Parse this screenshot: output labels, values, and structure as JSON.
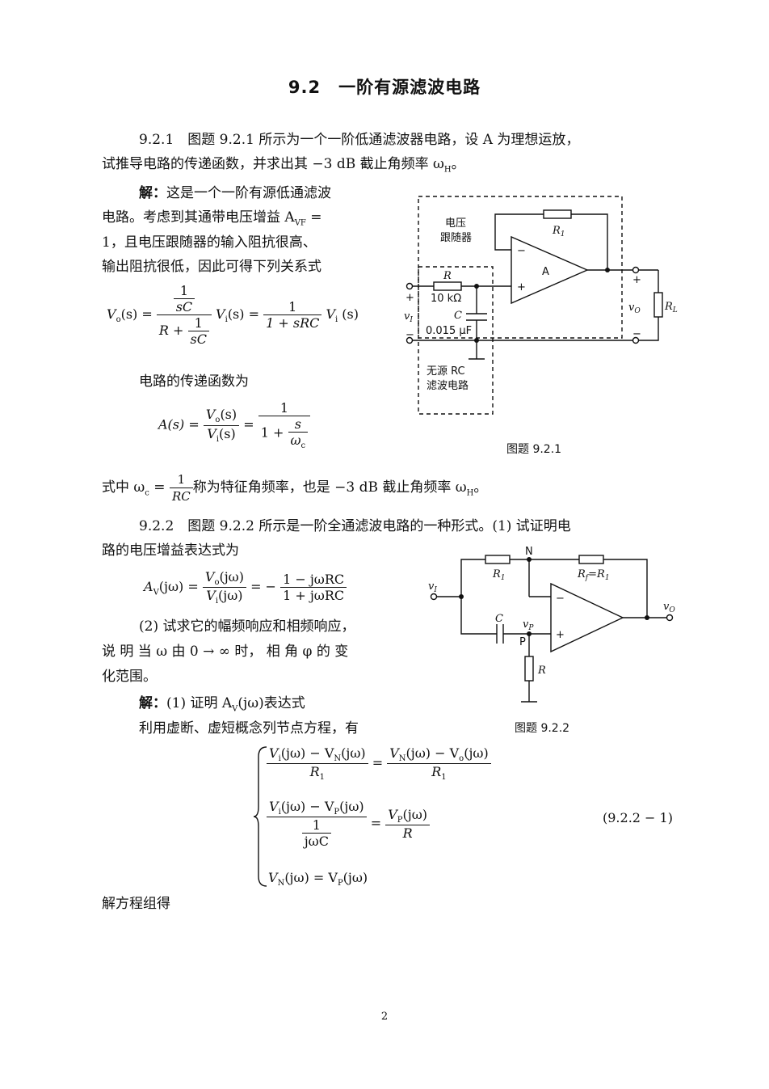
{
  "section_title": "9.2　一阶有源滤波电路",
  "p921": {
    "line1": "9.2.1　图题 9.2.1 所示为一个一阶低通滤波器电路，设 A 为理想运放，",
    "line2": "试推导电路的传递函数，并求出其 −3 dB 截止角频率 ω",
    "line2_sub": "H",
    "line2_end": "。",
    "sol_label": "解：",
    "sol_line1": "这是一个一阶有源低通滤波",
    "sol_line2": "电路。考虑到其通带电压增益 A",
    "sol_line2_sub": "VF",
    "sol_line2_end": " =",
    "sol_line3": "1，且电压跟随器的输入阻抗很高、",
    "sol_line4": "输出阻抗很低，因此可得下列关系式",
    "eq1": {
      "lhs": "V",
      "lhs_sub": "o",
      "lhs_arg": "(s) =",
      "inner_num": "1",
      "inner_den": "sC",
      "den_r": "R + ",
      "term_v": "V",
      "term_sub": "i",
      "term_arg": "(s) =",
      "frac2_num": "1",
      "frac2_den": "1 + sRC",
      "tail": "V",
      "tail_sub": "i",
      "tail_arg": " (s)"
    },
    "tf_line": "电路的传递函数为",
    "eq2": {
      "lhs": "A(s) =",
      "n_v": "V",
      "n_sub": "o",
      "n_arg": "(s)",
      "d_v": "V",
      "d_sub": "i",
      "d_arg": "(s)",
      "eq": "=",
      "r_num": "1",
      "r_den_pre": "1 + ",
      "r_s": "s",
      "r_w": "ω",
      "r_w_sub": "c"
    },
    "fig_caption": "图题 9.2.1",
    "wc_pre": "式中 ω",
    "wc_sub": "c",
    "wc_eq": " =",
    "wc_num": "1",
    "wc_den": "RC",
    "wc_post": "称为特征角频率，也是 −3 dB 截止角频率 ω",
    "wc_post_sub": "H",
    "wc_end": "。"
  },
  "fig921": {
    "follower_l1": "电压",
    "follower_l2": "跟随器",
    "r1": "R",
    "r1_sub": "1",
    "opamp": "A",
    "minus": "−",
    "plus": "+",
    "r": "R",
    "r_val": "10 kΩ",
    "c": "C",
    "c_val": "0.015 μF",
    "vi": "v",
    "vi_sub": "I",
    "vo": "v",
    "vo_sub": "O",
    "rl": "R",
    "rl_sub": "L",
    "passive_l1": "无源 RC",
    "passive_l2": "滤波电路"
  },
  "p922": {
    "line1": "9.2.2　图题 9.2.2 所示是一阶全通滤波电路的一种形式。(1) 试证明电",
    "line2": "路的电压增益表达式为",
    "eq": {
      "lhs": "A",
      "lhs_sub": "V",
      "lhs_arg": "(jω) =",
      "n_v": "V",
      "n_sub": "o",
      "n_arg": "(jω)",
      "d_v": "V",
      "d_sub": "i",
      "d_arg": "(jω)",
      "mid": "= −",
      "r_num": "1 − jωRC",
      "r_den": "1 + jωRC"
    },
    "q2_line1": "(2) 试求它的幅频响应和相频响应，",
    "q2_line2": "说 明 当  ω  由  0 → ∞  时， 相 角  φ  的 变",
    "q2_line3": "化范围。",
    "sol_label": "解：",
    "sol_line1": "(1) 证明 A",
    "sol_line1_sub": "V",
    "sol_line1_end": "(jω)表达式",
    "sol_line2": "利用虚断、虚短概念列节点方程，有",
    "fig_caption": "图题 9.2.2",
    "sys": {
      "e1_n": "V",
      "e1_n_sub1": "i",
      "e1_n_mid": "(jω) − V",
      "e1_n_sub2": "N",
      "e1_n_end": "(jω)",
      "e1_d": "R",
      "e1_d_sub": "1",
      "e1_eq": "=",
      "e1_rn": "V",
      "e1_rn_sub1": "N",
      "e1_rn_mid": "(jω) − V",
      "e1_rn_sub2": "o",
      "e1_rn_end": "(jω)",
      "e1_rd": "R",
      "e1_rd_sub": "1",
      "e2_n": "V",
      "e2_n_sub1": "i",
      "e2_n_mid": "(jω) − V",
      "e2_n_sub2": "P",
      "e2_n_end": "(jω)",
      "e2_d_num": "1",
      "e2_d_den": "jωC",
      "e2_eq": "=",
      "e2_rn": "V",
      "e2_rn_sub": "P",
      "e2_rn_end": "(jω)",
      "e2_rd": "R",
      "e3_l": "V",
      "e3_l_sub": "N",
      "e3_mid": "(jω) = V",
      "e3_r_sub": "P",
      "e3_end": "(jω)",
      "eq_no": "(9.2.2 − 1)"
    },
    "final": "解方程组得"
  },
  "fig922": {
    "n_node": "N",
    "r1": "R",
    "r1_sub": "1",
    "rf": "R",
    "rf_sub": "f",
    "rf_eq": "=R",
    "rf_eq_sub": "1",
    "vi": "v",
    "vi_sub": "I",
    "vo": "v",
    "vo_sub": "O",
    "minus": "−",
    "plus": "+",
    "c": "C",
    "vp": "v",
    "vp_sub": "P",
    "p_node": "P",
    "r": "R"
  },
  "page_number": "2"
}
